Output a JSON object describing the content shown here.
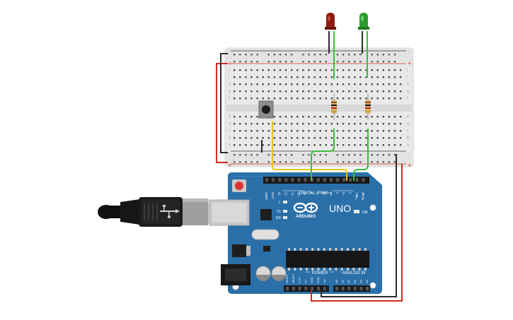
{
  "board": {
    "brand": "ARDUINO",
    "model": "UNO",
    "digital_label": "DIGITAL (PWM~)",
    "power_label": "POWER",
    "analog_label": "ANALOG IN",
    "on_label": "ON",
    "l_label": "L",
    "tx_label": "TX",
    "rx_label": "RX",
    "digital_pins": [
      "AREF",
      "GND",
      "13",
      "12",
      "~11",
      "~10",
      "~9",
      "8",
      "7",
      "~6",
      "~5",
      "4",
      "~3",
      "2",
      "TX▶1",
      "RX◀0"
    ],
    "power_pins": [
      "IOREF",
      "RESET",
      "3.3V",
      "5V",
      "GND",
      "GND",
      "Vin"
    ],
    "analog_pins": [
      "A0",
      "A1",
      "A2",
      "A3",
      "A4",
      "A5"
    ]
  },
  "breadboard": {
    "row_letters_top": [
      "j",
      "i",
      "h",
      "g",
      "f"
    ],
    "row_letters_bottom": [
      "e",
      "d",
      "c",
      "b",
      "a"
    ],
    "rail_plus": "+",
    "rail_minus": "-"
  },
  "components": {
    "led_red_color": "#8e1b13",
    "led_green_color": "#2f9a2f",
    "wire_red": "#d42a20",
    "wire_black": "#2b2b2b",
    "wire_green": "#3dbb3d",
    "wire_yellow": "#e8c21a",
    "board_color": "#2a6fa8"
  }
}
